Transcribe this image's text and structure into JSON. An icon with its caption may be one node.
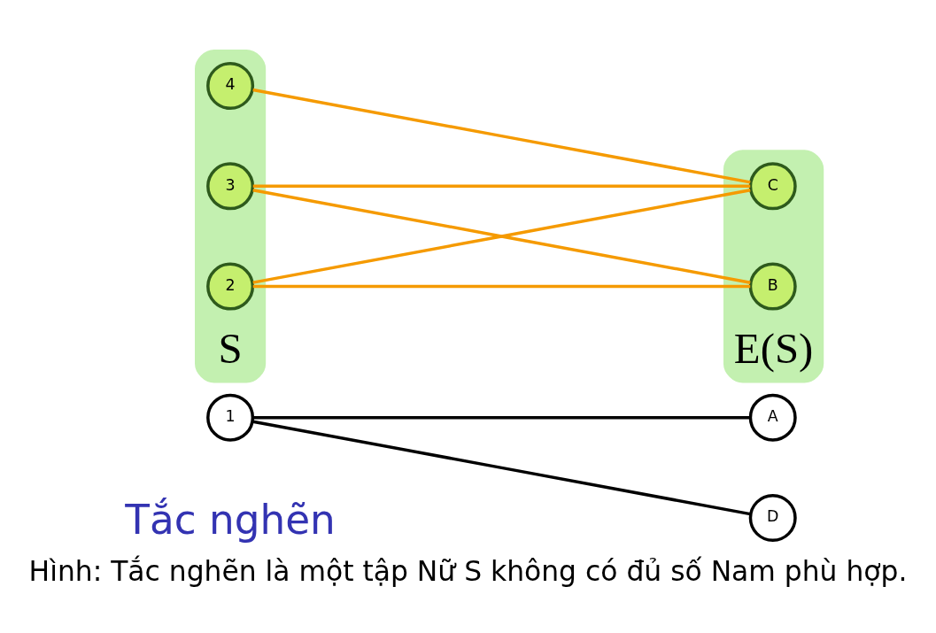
{
  "diagram": {
    "title": "Tắc nghẽn",
    "caption": "Hình: Tắc nghẽn là một tập Nữ S không có đủ số Nam phù hợp.",
    "nodes": [
      {
        "text": [
          "1"
        ]
      },
      {
        "text": [
          "A"
        ]
      },
      {
        "text": [
          "S"
        ]
      },
      {
        "text": [
          "2"
        ],
        "in": 2
      },
      {
        "text": [
          "3"
        ],
        "in": 2
      },
      {
        "text": [
          "4"
        ],
        "in": 2
      },
      {
        "text": [
          "E(S)"
        ]
      },
      {
        "text": [
          "B"
        ],
        "in": 6
      },
      {
        "text": [
          "C"
        ],
        "in": 6
      },
      {
        "text": [
          "D"
        ]
      }
    ],
    "edges": [
      {
        "from": 0,
        "to": 1,
        "arrow": "none",
        "color": "#000000"
      },
      {
        "from": 0,
        "to": 9,
        "arrow": "none",
        "color": "#000000"
      },
      {
        "from": 3,
        "to": 7,
        "arrow": "none",
        "color": "#f59a00"
      },
      {
        "from": 3,
        "to": 8,
        "arrow": "none",
        "color": "#f59a00"
      },
      {
        "from": 4,
        "to": 7,
        "arrow": "none",
        "color": "#f59a00"
      },
      {
        "from": 4,
        "to": 8,
        "arrow": "none",
        "color": "#f59a00"
      },
      {
        "from": 5,
        "to": 8,
        "arrow": "none",
        "color": "#f59a00"
      }
    ]
  }
}
